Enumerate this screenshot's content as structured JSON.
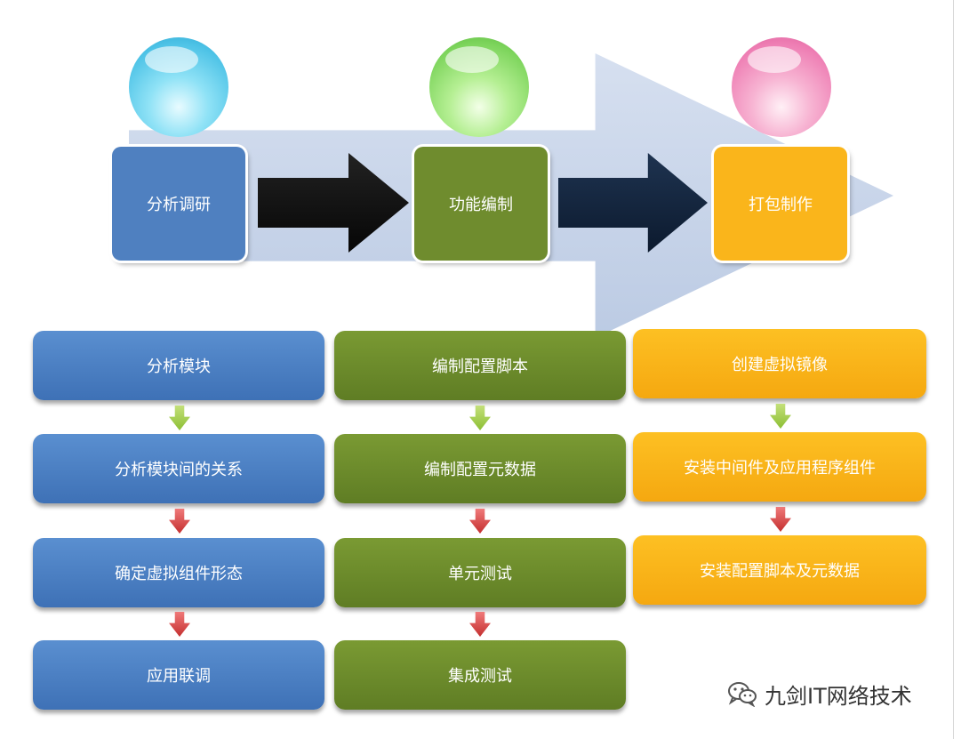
{
  "stages": [
    {
      "label": "分析调研"
    },
    {
      "label": "功能编制"
    },
    {
      "label": "打包制作"
    }
  ],
  "columns": [
    {
      "items": [
        "分析模块",
        "分析模块间的关系",
        "确定虚拟组件形态",
        "应用联调"
      ],
      "arrows": [
        "green",
        "red",
        "red"
      ]
    },
    {
      "items": [
        "编制配置脚本",
        "编制配置元数据",
        "单元测试",
        "集成测试"
      ],
      "arrows": [
        "green",
        "red",
        "red"
      ]
    },
    {
      "items": [
        "创建虚拟镜像",
        "安装中间件及应用程序组件",
        "安装配置脚本及元数据"
      ],
      "arrows": [
        "green",
        "red"
      ]
    }
  ],
  "colors": {
    "blue": "#4f80c0",
    "green": "#6f8c2e",
    "gold": "#fab51b",
    "arrow_green": "#8cbf34",
    "arrow_red": "#c42f2f"
  },
  "watermark": {
    "text": "九剑IT网络技术",
    "icon": "wechat-icon"
  }
}
